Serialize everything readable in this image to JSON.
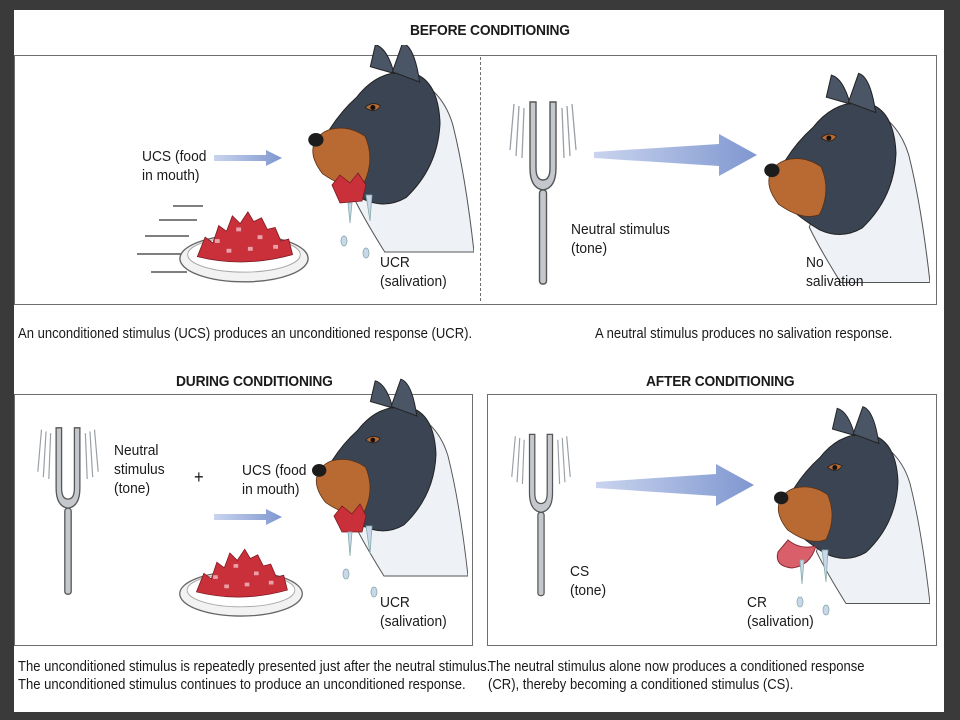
{
  "headings": {
    "before": "BEFORE CONDITIONING",
    "during": "DURING CONDITIONING",
    "after": "AFTER CONDITIONING"
  },
  "before_left": {
    "stimulus": "UCS (food\nin mouth)",
    "response": "UCR\n(salivation)",
    "caption": "An unconditioned stimulus (UCS) produces an unconditioned response (UCR)."
  },
  "before_right": {
    "stimulus": "Neutral stimulus\n(tone)",
    "response": "No\nsalivation",
    "caption": "A neutral stimulus produces no salivation response."
  },
  "during": {
    "neutral": "Neutral\nstimulus\n(tone)",
    "plus": "+",
    "ucs": "UCS (food\nin mouth)",
    "response": "UCR\n(salivation)",
    "caption": "The unconditioned stimulus is repeatedly presented just after the neutral stimulus.\nThe unconditioned stimulus continues to produce an unconditioned response."
  },
  "after": {
    "stimulus": "CS\n(tone)",
    "response": "CR\n(salivation)",
    "caption": "The neutral stimulus alone now produces a conditioned response\n(CR), thereby becoming a conditioned stimulus (CS)."
  },
  "colors": {
    "arrow": "#8fa6d8",
    "dog_fur": "#3b4452",
    "dog_tan": "#b96a33",
    "dog_white": "#eef2f7",
    "food": "#c9303a",
    "tongue": "#d9606b",
    "drool": "#c8d8ea"
  },
  "icons": {
    "tuning_fork": "tuning-fork-icon",
    "dog": "dog-head-icon",
    "food_plate": "food-plate-icon",
    "arrow": "arrow-right-icon"
  }
}
